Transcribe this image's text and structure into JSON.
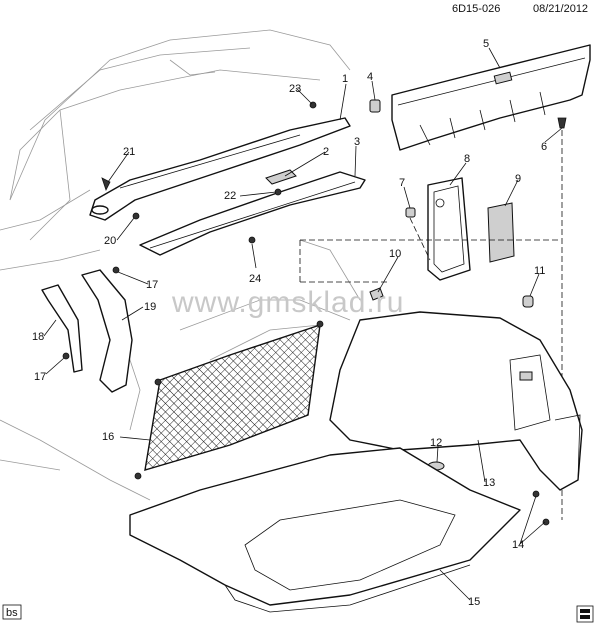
{
  "header": {
    "diagram_code": "6D15-026",
    "date": "08/21/2012"
  },
  "watermark": "www.gmsklad.ru",
  "corner_badge": "bs",
  "callouts": [
    {
      "id": "1",
      "label": "1"
    },
    {
      "id": "2",
      "label": "2"
    },
    {
      "id": "3",
      "label": "3"
    },
    {
      "id": "4",
      "label": "4"
    },
    {
      "id": "5",
      "label": "5"
    },
    {
      "id": "6",
      "label": "6"
    },
    {
      "id": "7",
      "label": "7"
    },
    {
      "id": "8",
      "label": "8"
    },
    {
      "id": "9",
      "label": "9"
    },
    {
      "id": "10",
      "label": "10"
    },
    {
      "id": "11",
      "label": "11"
    },
    {
      "id": "12",
      "label": "12"
    },
    {
      "id": "13",
      "label": "13"
    },
    {
      "id": "14",
      "label": "14"
    },
    {
      "id": "15",
      "label": "15"
    },
    {
      "id": "16",
      "label": "16"
    },
    {
      "id": "17a",
      "label": "17"
    },
    {
      "id": "17b",
      "label": "17"
    },
    {
      "id": "18",
      "label": "18"
    },
    {
      "id": "19",
      "label": "19"
    },
    {
      "id": "20",
      "label": "20"
    },
    {
      "id": "21",
      "label": "21"
    },
    {
      "id": "22",
      "label": "22"
    },
    {
      "id": "23",
      "label": "23"
    },
    {
      "id": "24",
      "label": "24"
    }
  ]
}
